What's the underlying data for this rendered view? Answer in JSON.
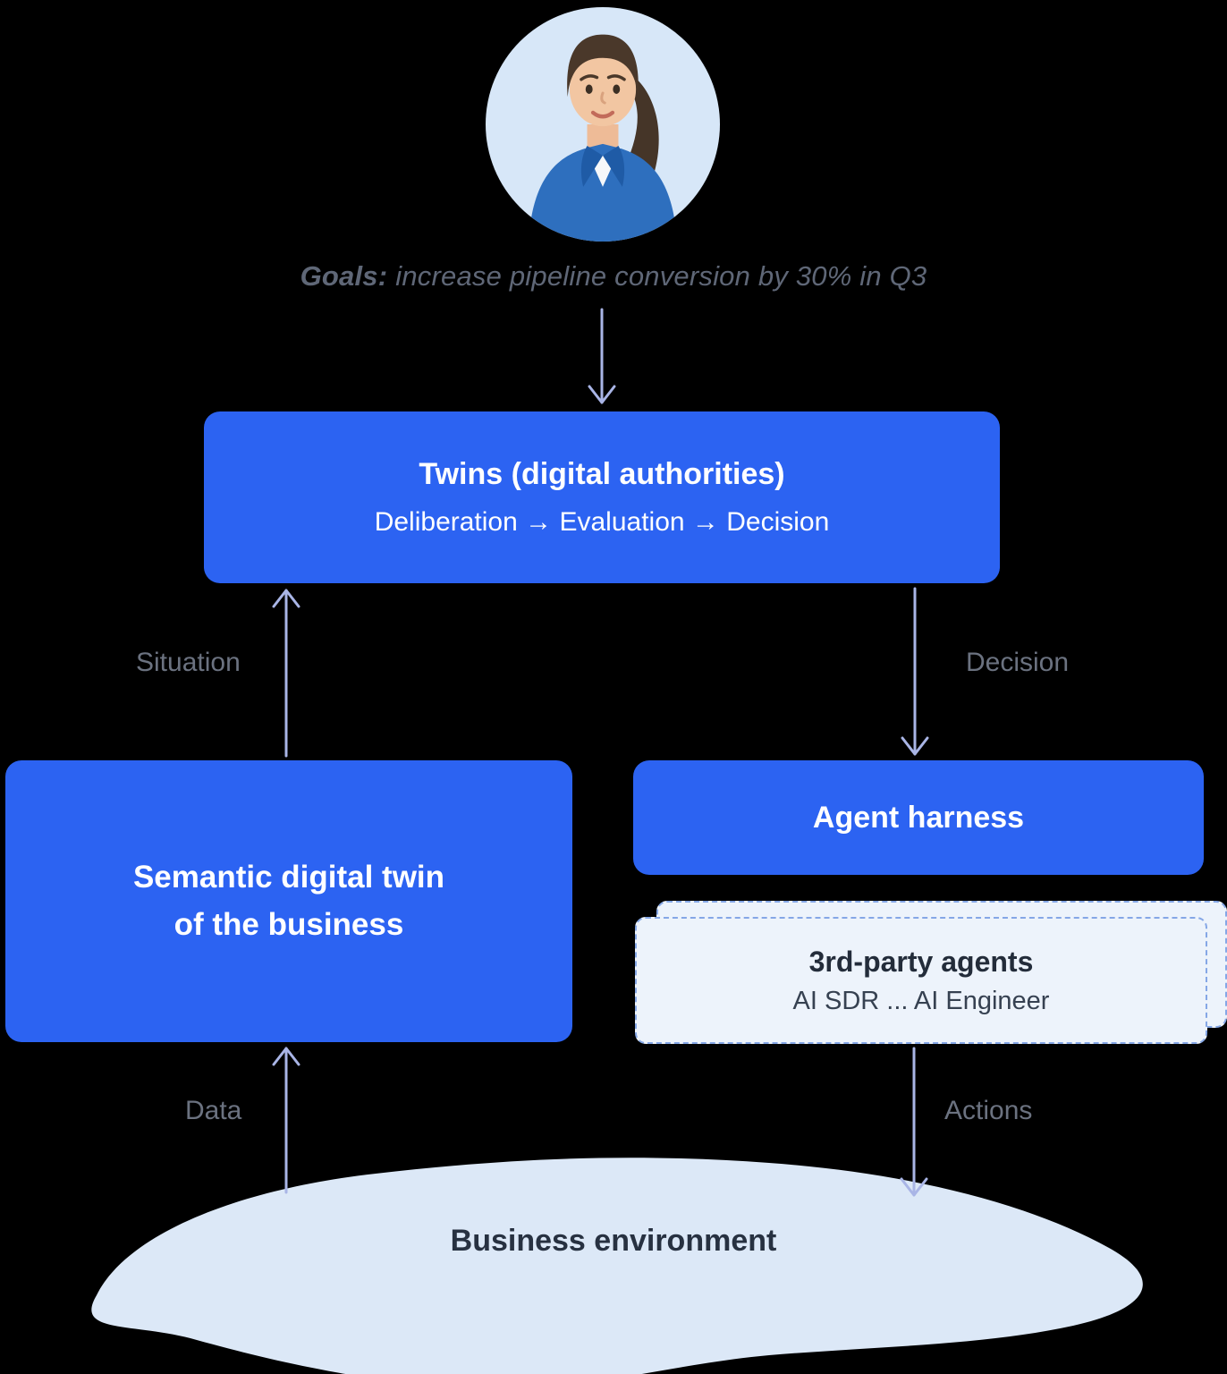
{
  "goals": {
    "label": "Goals:",
    "text": "increase pipeline conversion by 30% in Q3"
  },
  "twins": {
    "title": "Twins (digital authorities)",
    "subtitle": "Deliberation → Evaluation → Decision"
  },
  "semantic_twin": {
    "line1": "Semantic digital twin",
    "line2": "of the business"
  },
  "agent_harness": {
    "title": "Agent harness"
  },
  "third_party": {
    "title": "3rd-party agents",
    "subtitle": "AI SDR ... AI Engineer"
  },
  "environment": {
    "label": "Business environment"
  },
  "edges": {
    "situation": "Situation",
    "decision": "Decision",
    "data": "Data",
    "actions": "Actions"
  },
  "colors": {
    "primary_blue": "#2c63f2",
    "arrow": "#a9b5e6",
    "card_bg": "#edf3fb",
    "card_border": "#85a7e6",
    "blob": "#dce8f7",
    "label_gray": "#6b7280"
  }
}
